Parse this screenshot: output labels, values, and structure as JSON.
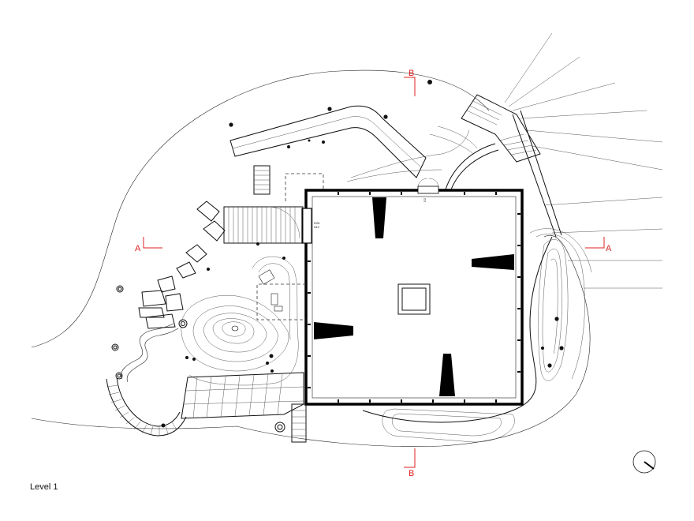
{
  "drawing": {
    "level_label": "Level 1",
    "section_a_label": "A",
    "section_b_label": "B",
    "door_tag_1": "D2K",
    "door_tag_2": "343",
    "door_tag_3": "D2",
    "colors": {
      "line": "#111111",
      "section_marker": "#e02020",
      "background": "#ffffff"
    }
  }
}
